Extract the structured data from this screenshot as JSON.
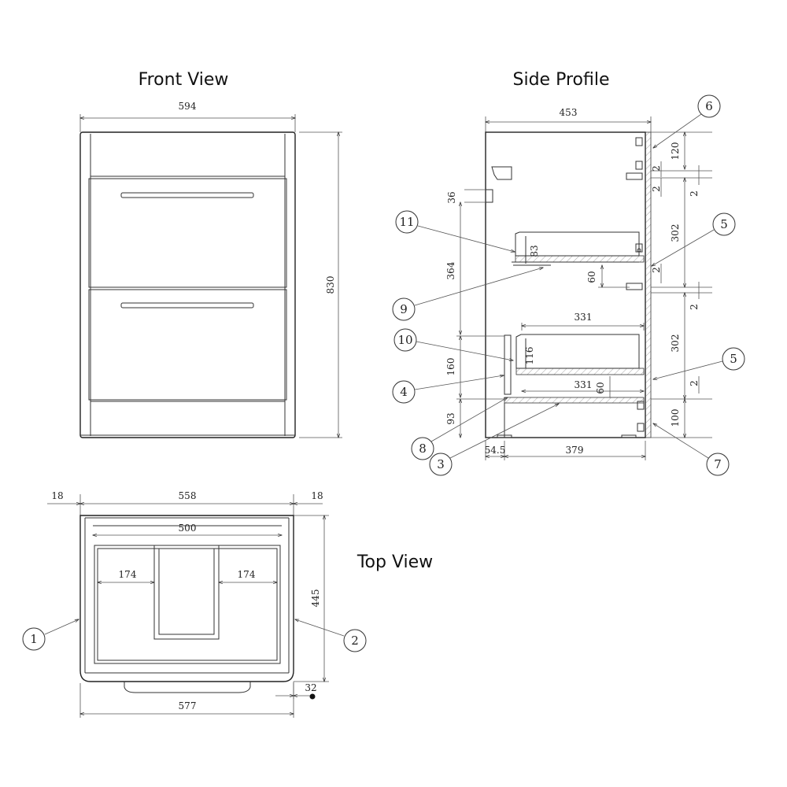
{
  "titles": {
    "front": "Front View",
    "side": "Side Profile",
    "top": "Top View"
  },
  "front": {
    "width": "594",
    "height": "830"
  },
  "side": {
    "depth": "453",
    "d36": "36",
    "d364": "364",
    "d83": "83",
    "d60a": "60",
    "d331a": "331",
    "d116": "116",
    "d160": "160",
    "d331b": "331",
    "d60b": "60",
    "d93": "93",
    "d54_5": "54.5",
    "d379": "379",
    "r2a": "2",
    "r120": "120",
    "r2b": "2",
    "r2c": "2",
    "r302a": "302",
    "r2d": "2",
    "r2e": "2",
    "r302b": "302",
    "r2f": "2",
    "r100": "100",
    "c6": "6",
    "c11": "11",
    "c5a": "5",
    "c9": "9",
    "c10": "10",
    "c5b": "5",
    "c4": "4",
    "c8": "8",
    "c3": "3",
    "c7": "7"
  },
  "top": {
    "left18": "18",
    "width558": "558",
    "right18": "18",
    "inner500": "500",
    "left174": "174",
    "right174": "174",
    "depth445": "445",
    "overall577": "577",
    "handle32": "32",
    "c1": "1",
    "c2": "2"
  }
}
